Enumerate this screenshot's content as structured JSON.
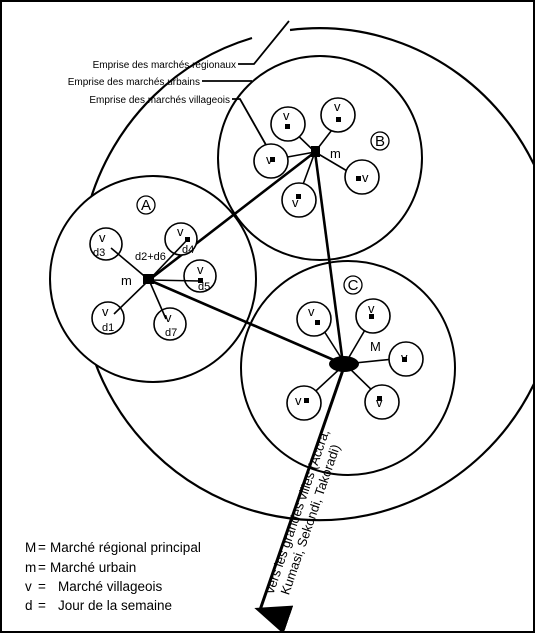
{
  "legend_top": {
    "regional": "Emprise des marchés régionaux",
    "urban": "Emprise des marchés urbains",
    "village": "Emprise des marchés villageois"
  },
  "zones": {
    "a": "A",
    "b": "B",
    "c": "C"
  },
  "markets": {
    "main": "M",
    "urban": "m",
    "village": "v"
  },
  "day_labels": {
    "d1": "d1",
    "d2d6": "d2+d6",
    "d3": "d3",
    "d4": "d4",
    "d5": "d5",
    "d7": "d7"
  },
  "road_label": {
    "line1": "vers les grandes villes (Accra,",
    "line2": "Kumasi, Sekondi, Takoradi)"
  },
  "key": [
    {
      "sym": "M",
      "eq": "=",
      "text": "Marché régional principal"
    },
    {
      "sym": "m",
      "eq": "=",
      "text": "Marché urbain"
    },
    {
      "sym": "v",
      "eq": "=",
      "text": "Marché villageois"
    },
    {
      "sym": "d",
      "eq": "=",
      "text": "Jour de la semaine"
    }
  ]
}
